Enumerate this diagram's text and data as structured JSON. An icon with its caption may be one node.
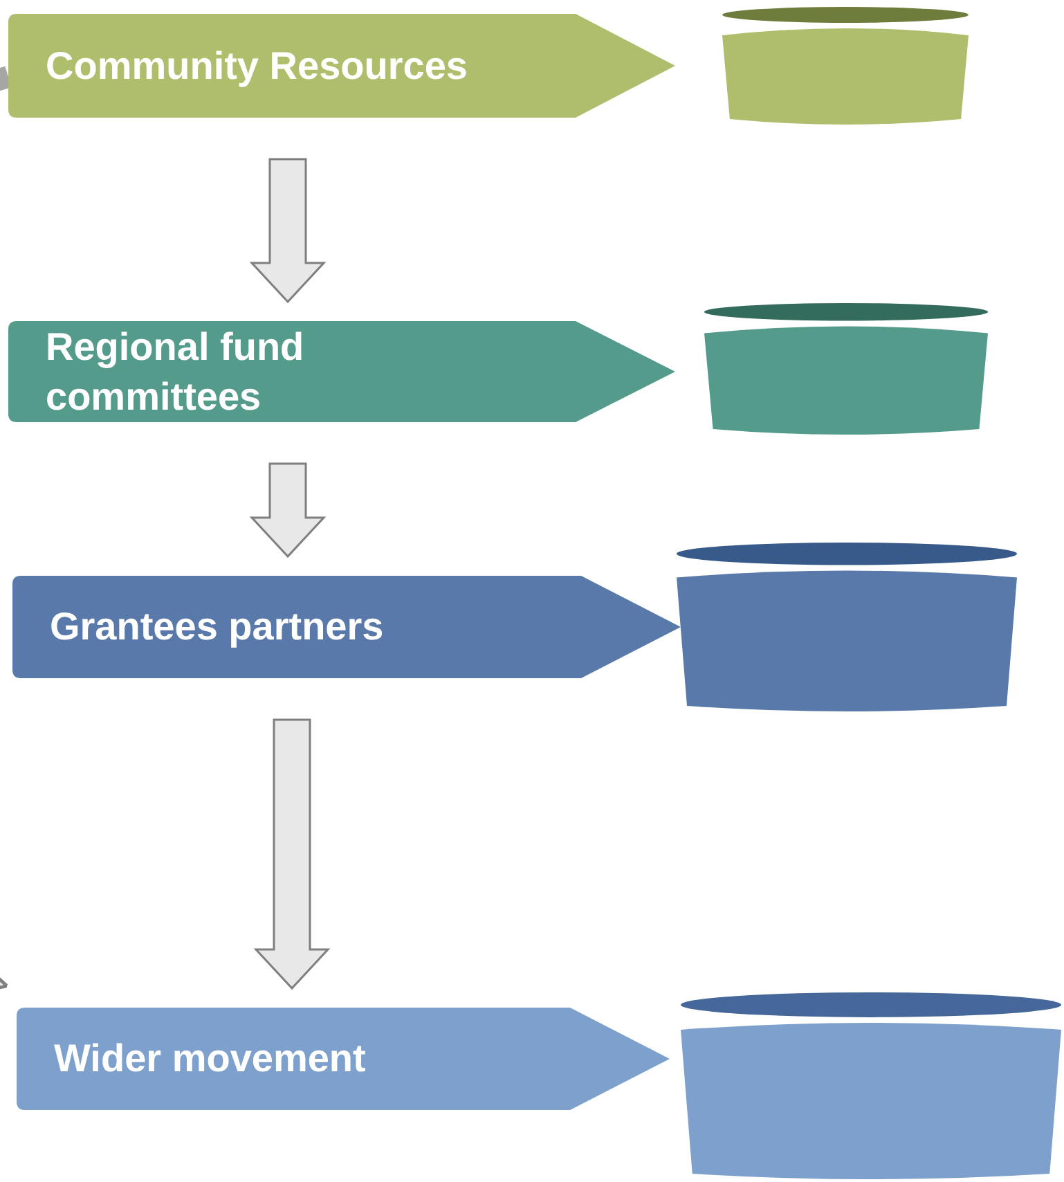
{
  "diagram": {
    "nodes": [
      {
        "text": [
          "Community Resources"
        ]
      },
      {
        "text": [],
        "shape": "cylinder"
      },
      {
        "text": [
          "Regional fund committees"
        ]
      },
      {
        "text": [],
        "shape": "cylinder"
      },
      {
        "text": [
          "Grantees partners"
        ]
      },
      {
        "text": [],
        "shape": "cylinder"
      },
      {
        "text": [
          "Wider movement"
        ]
      },
      {
        "text": [],
        "shape": "cylinder"
      }
    ],
    "edges": [
      {
        "from": 0,
        "to": 2,
        "arrow": "to"
      },
      {
        "from": 2,
        "to": 4,
        "arrow": "to"
      },
      {
        "from": 4,
        "to": 6,
        "arrow": "to"
      },
      {
        "from": 0,
        "to": 6,
        "arrow": "to"
      }
    ]
  }
}
